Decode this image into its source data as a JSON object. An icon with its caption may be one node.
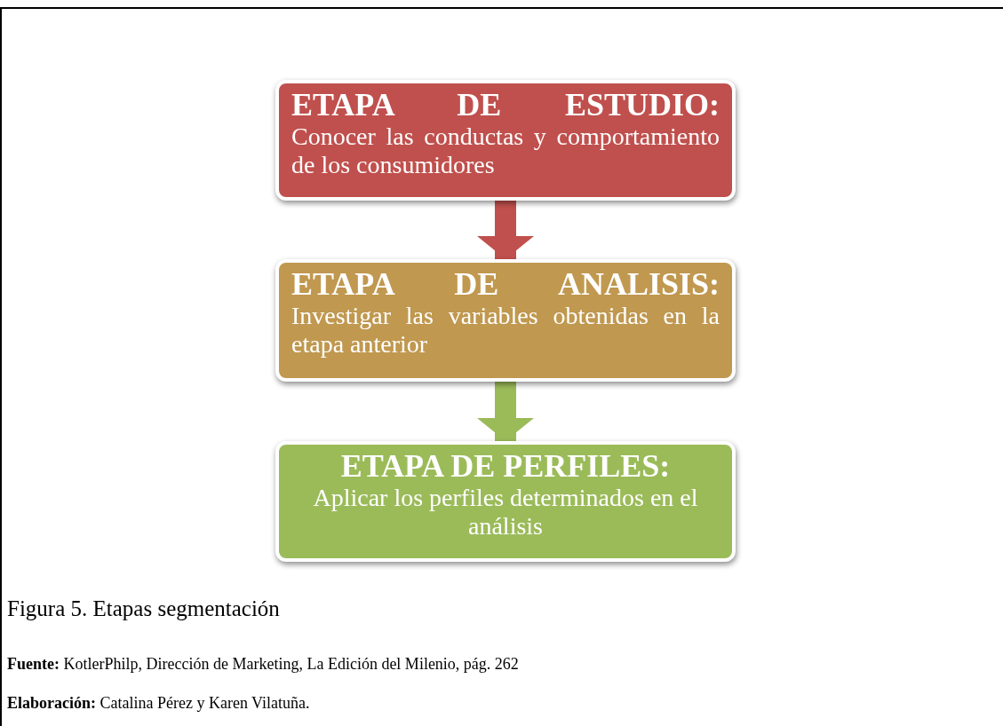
{
  "diagram": {
    "caption": "Figura 5. Etapas segmentación",
    "nodes": [
      {
        "text": [
          "ETAPA DE ESTUDIO:",
          "Conocer las conductas y comportamiento de los consumidores"
        ]
      },
      {
        "text": [
          "ETAPA DE ANALISIS:",
          "Investigar las variables  obtenidas en la etapa anterior"
        ]
      },
      {
        "text": [
          "ETAPA DE PERFILES:",
          "Aplicar los perfiles determinados en el análisis"
        ]
      }
    ],
    "edges": [
      {
        "from": 0,
        "to": 1,
        "arrow": "to",
        "color": "#c0504d"
      },
      {
        "from": 1,
        "to": 2,
        "arrow": "to",
        "color": "#9bbb59"
      }
    ],
    "labels": [
      "**Fuente:** KotlerPhilp, Dirección de Marketing, La Edición del Milenio, pág. 262",
      "**Elaboración:** Catalina Pérez y Karen Vilatuña."
    ]
  }
}
